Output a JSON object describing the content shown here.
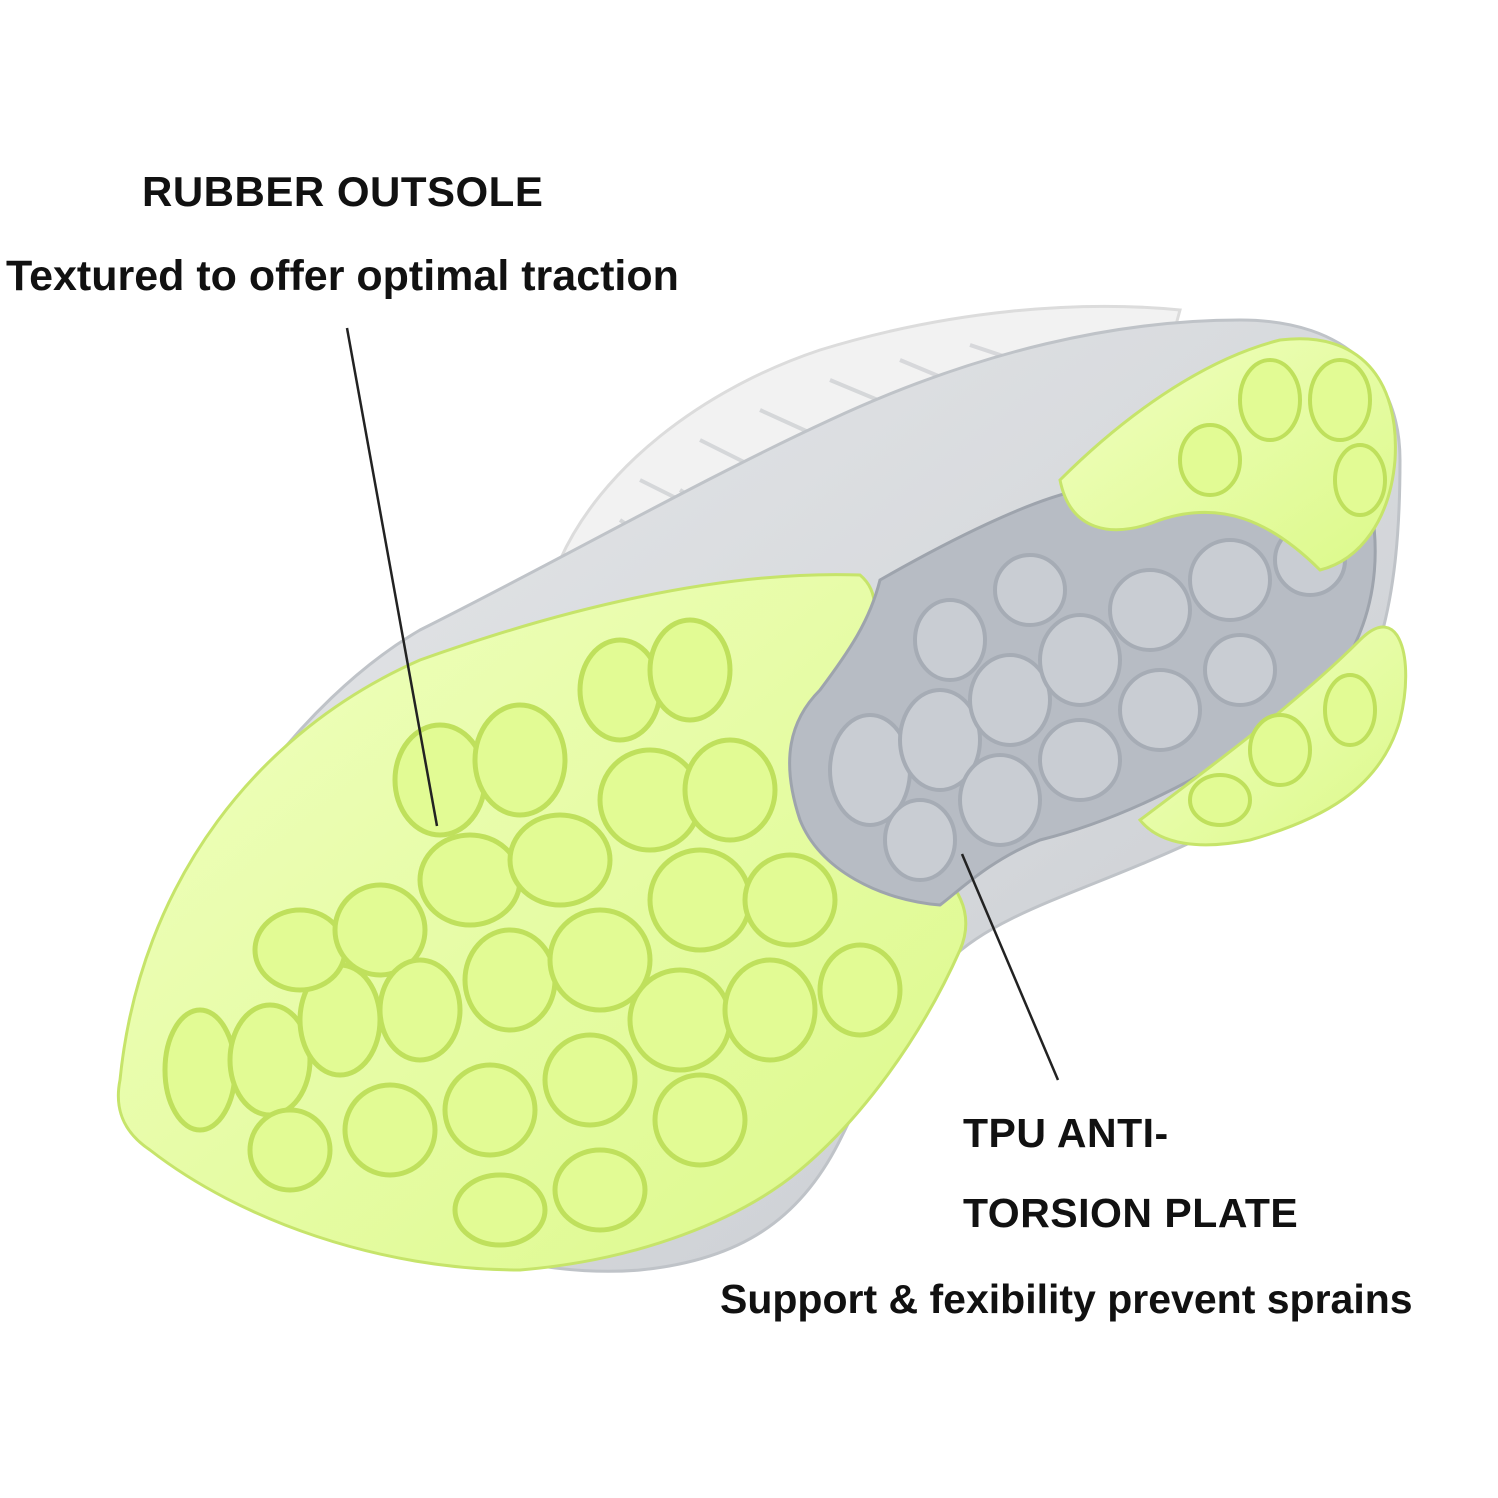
{
  "callouts": {
    "outsole": {
      "title": "RUBBER OUTSOLE",
      "description": "Textured to offer optimal traction"
    },
    "tpu_plate": {
      "title_line1": "TPU ANTI-",
      "title_line2": "TORSION PLATE",
      "description": "Support & fexibility prevent sprains"
    }
  },
  "colors": {
    "outsole_green": "#e8ffa0",
    "outsole_green_shadow": "#c9ea6a",
    "tpu_plate_gray": "#b4b9c2",
    "midsole_gray": "#d6d8dc",
    "upper_white": "#f1f1f1",
    "leader_line": "#222222"
  }
}
